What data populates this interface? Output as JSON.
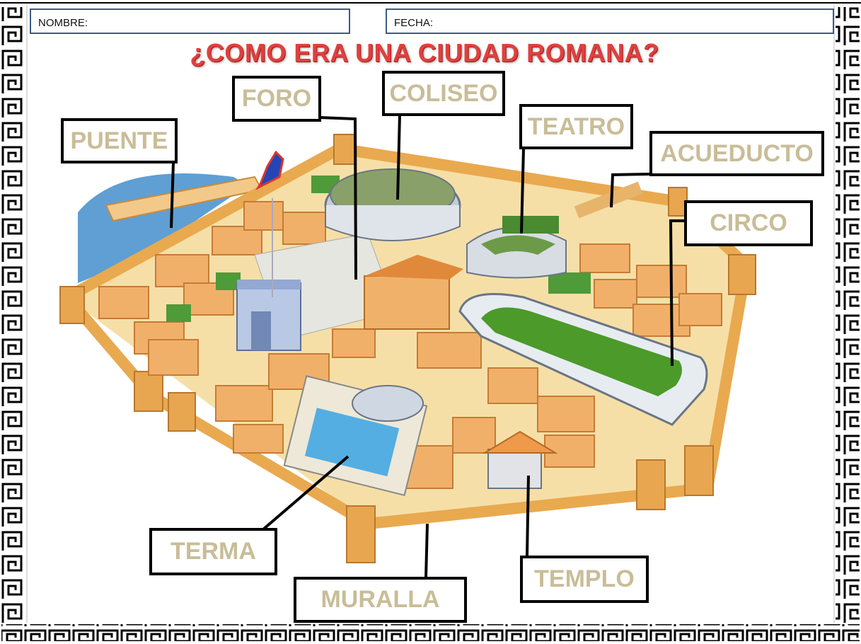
{
  "worksheet": {
    "name_label": "NOMBRE:",
    "date_label": "FECHA:",
    "title": "¿COMO ERA UNA CIUDAD ROMANA?"
  },
  "labels": {
    "puente": "PUENTE",
    "foro": "FORO",
    "coliseo": "COLISEO",
    "teatro": "TEATRO",
    "acueducto": "ACUEDUCTO",
    "circo": "CIRCO",
    "terma": "TERMA",
    "muralla": "MURALLA",
    "templo": "TEMPLO"
  },
  "colors": {
    "title_red": "#e0403e",
    "label_text": "#c9bd98",
    "field_border": "#3a5c86",
    "wall": "#e9a94f",
    "ground": "#f6dfa7",
    "water": "#5f9fd3",
    "grass": "#4f9a39"
  },
  "icons": {
    "border": "greek-key-meander-border",
    "city": "roman-city-illustration"
  }
}
